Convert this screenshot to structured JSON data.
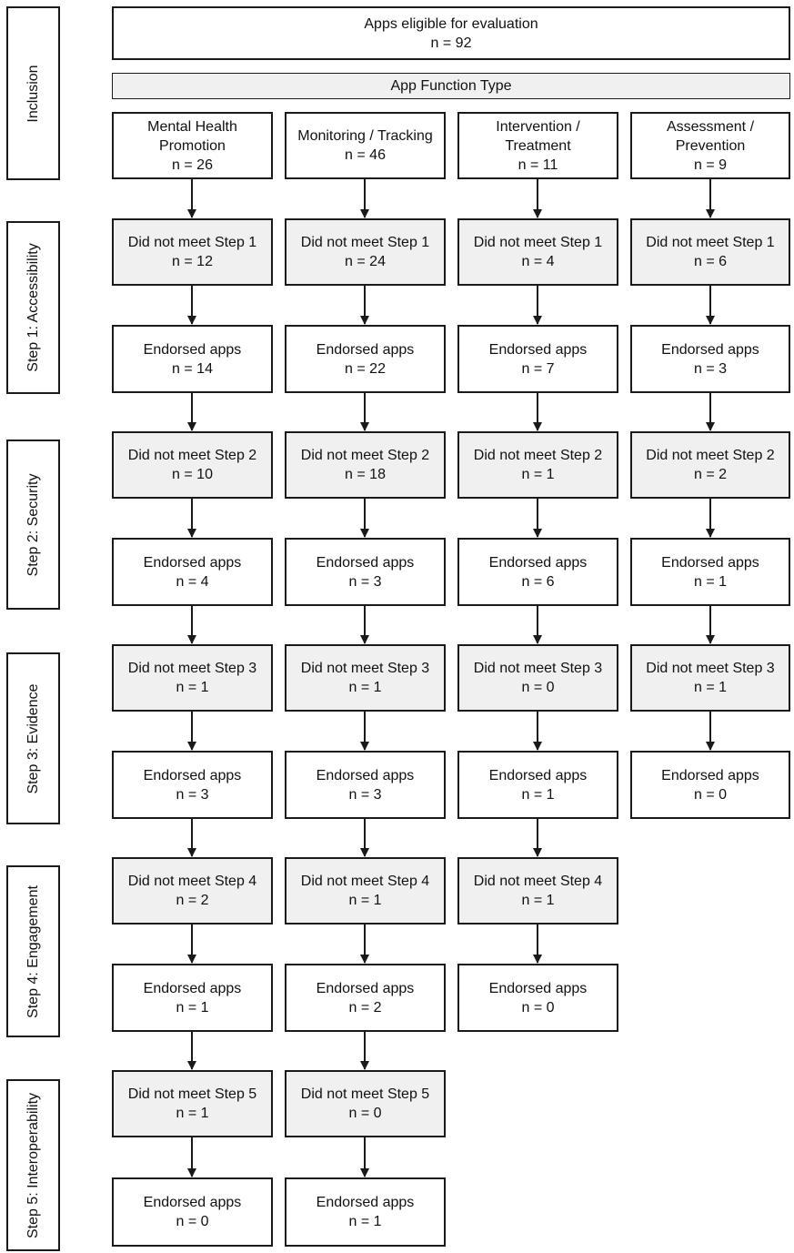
{
  "stages": [
    {
      "id": "inclusion",
      "label": "Inclusion"
    },
    {
      "id": "step1",
      "label": "Step 1: Accessibility"
    },
    {
      "id": "step2",
      "label": "Step 2: Security"
    },
    {
      "id": "step3",
      "label": "Step 3: Evidence"
    },
    {
      "id": "step4",
      "label": "Step 4: Engagement"
    },
    {
      "id": "step5",
      "label": "Step 5: Interoperability"
    }
  ],
  "top": {
    "title": "Apps eligible for evaluation",
    "count": "n = 92"
  },
  "function_type": {
    "label": "App Function Type"
  },
  "categories": [
    {
      "name": "Mental Health Promotion",
      "line1": "Mental Health",
      "line2": "Promotion",
      "count": "n = 26"
    },
    {
      "name": "Monitoring / Tracking",
      "line1": "Monitoring / Tracking",
      "line2": "",
      "count": "n = 46"
    },
    {
      "name": "Intervention / Treatment",
      "line1": "Intervention /",
      "line2": "Treatment",
      "count": "n = 11"
    },
    {
      "name": "Assessment / Prevention",
      "line1": "Assessment /",
      "line2": "Prevention",
      "count": "n = 9"
    }
  ],
  "steps": [
    {
      "fail_label": "Did not meet Step 1",
      "endorsed_label": "Endorsed apps",
      "fail": [
        "n = 12",
        "n = 24",
        "n = 4",
        "n = 6"
      ],
      "endorsed": [
        "n = 14",
        "n = 22",
        "n = 7",
        "n = 3"
      ]
    },
    {
      "fail_label": "Did not meet Step 2",
      "endorsed_label": "Endorsed apps",
      "fail": [
        "n = 10",
        "n = 18",
        "n = 1",
        "n = 2"
      ],
      "endorsed": [
        "n = 4",
        "n = 3",
        "n = 6",
        "n = 1"
      ]
    },
    {
      "fail_label": "Did not meet Step 3",
      "endorsed_label": "Endorsed apps",
      "fail": [
        "n = 1",
        "n = 1",
        "n = 0",
        "n = 1"
      ],
      "endorsed": [
        "n = 3",
        "n = 3",
        "n = 1",
        "n = 0"
      ]
    },
    {
      "fail_label": "Did not meet Step 4",
      "endorsed_label": "Endorsed apps",
      "fail": [
        "n = 2",
        "n = 1",
        "n = 1"
      ],
      "endorsed": [
        "n = 1",
        "n = 2",
        "n = 0"
      ]
    },
    {
      "fail_label": "Did not meet Step 5",
      "endorsed_label": "Endorsed apps",
      "fail": [
        "n = 1",
        "n = 0"
      ],
      "endorsed": [
        "n = 0",
        "n = 1"
      ]
    }
  ]
}
